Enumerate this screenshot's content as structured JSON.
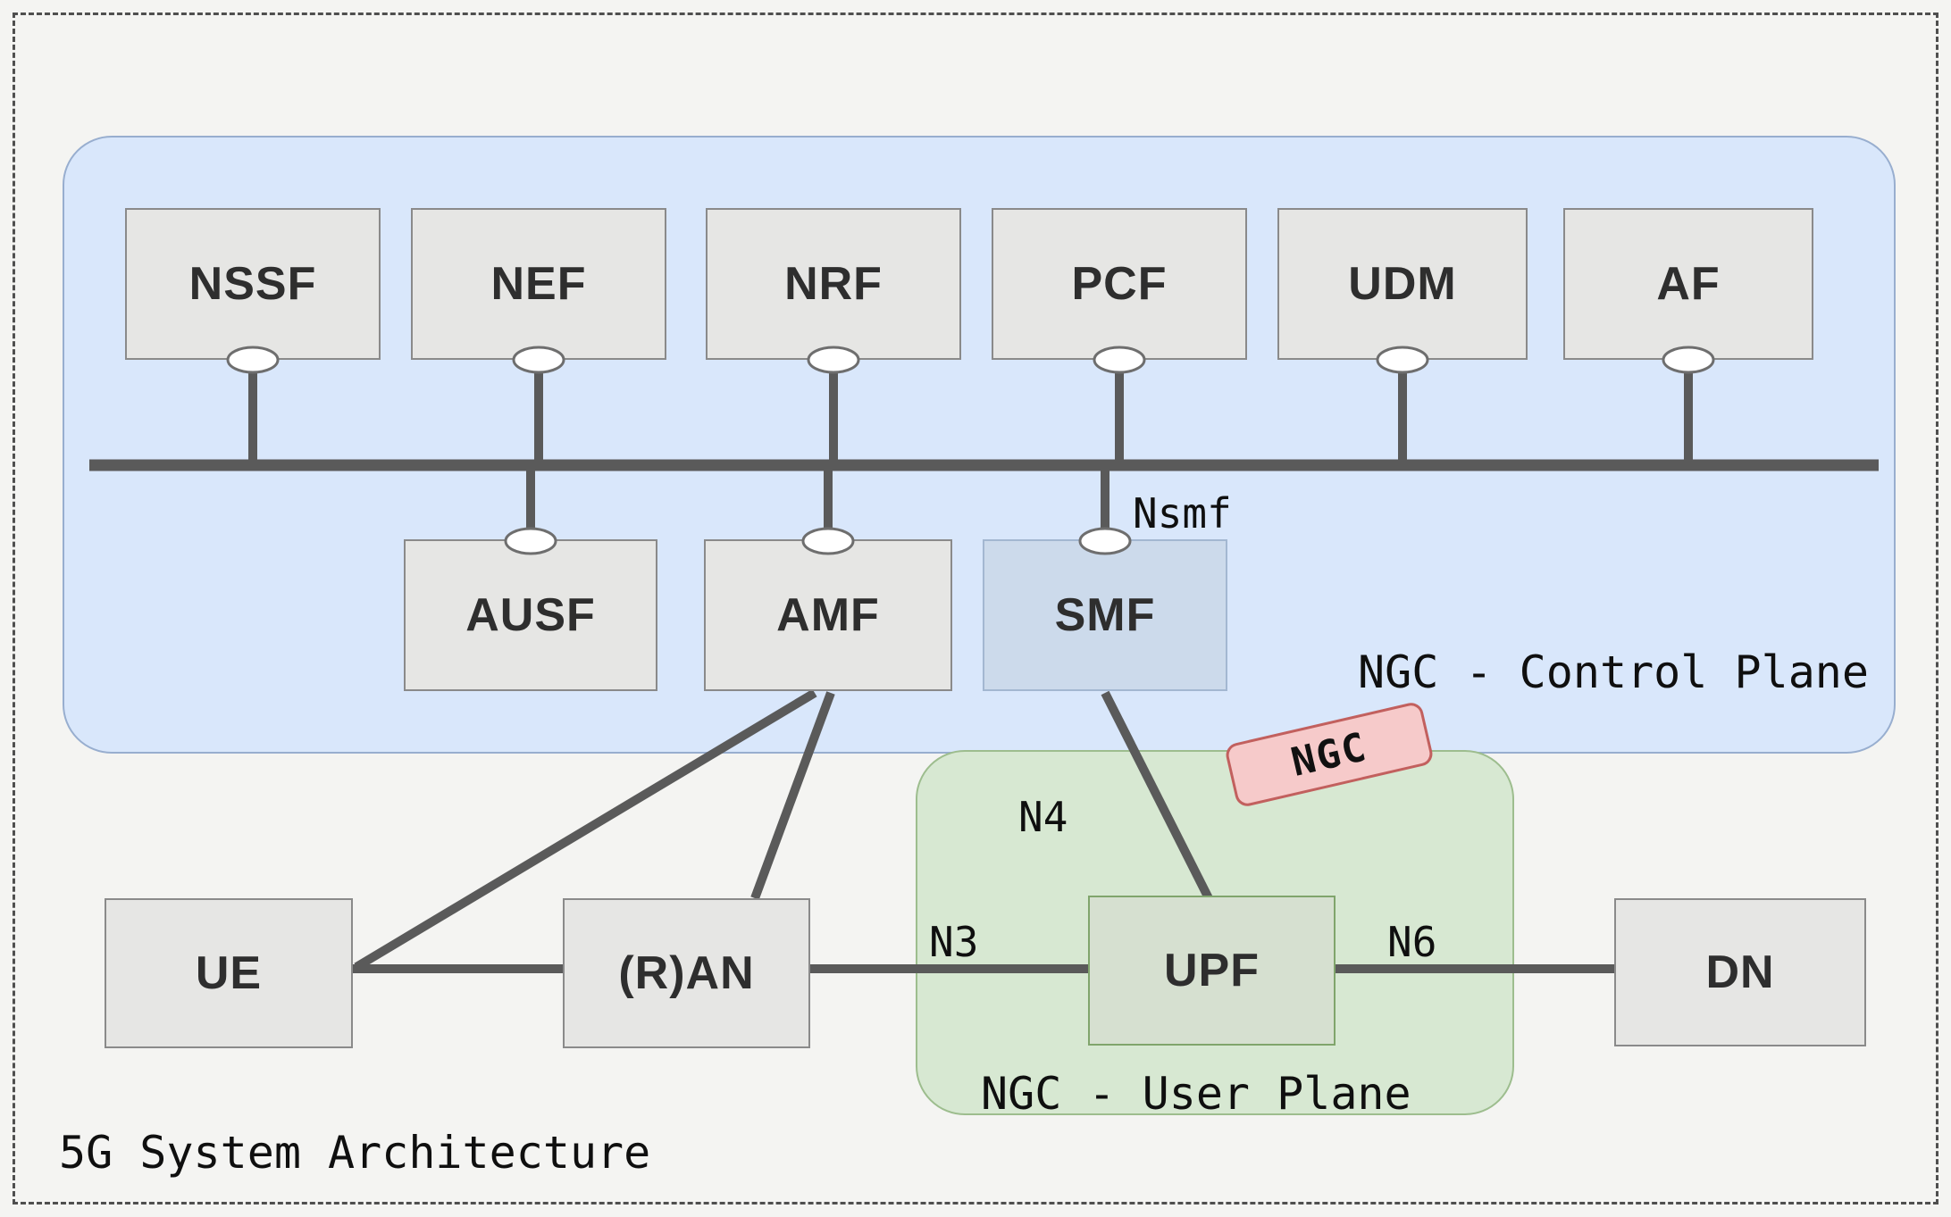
{
  "diagram": {
    "title": "5G System Architecture",
    "badge_label": "NGC",
    "control_plane": {
      "label": "NGC - Control Plane",
      "bus_nodes": [
        "NSSF",
        "NEF",
        "NRF",
        "PCF",
        "UDM",
        "AF"
      ],
      "lower_nodes": [
        "AUSF",
        "AMF",
        "SMF"
      ]
    },
    "user_plane": {
      "label": "NGC - User Plane",
      "node": "UPF"
    },
    "edge_nodes": [
      "UE",
      "(R)AN",
      "DN"
    ],
    "interface_labels": {
      "nsmf": "Nsmf",
      "n3": "N3",
      "n4": "N4",
      "n6": "N6"
    },
    "colors": {
      "control_plane_fill": "#d9e7fb",
      "user_plane_fill": "#d7e8d2",
      "node_fill": "#e6e6e4",
      "smf_fill": "#ccdaeb",
      "upf_fill": "#d6e0d0",
      "badge_fill": "#f6caca",
      "badge_border": "#c2605e",
      "line_color": "#5a5a5a",
      "background": "#f4f4f2"
    }
  }
}
